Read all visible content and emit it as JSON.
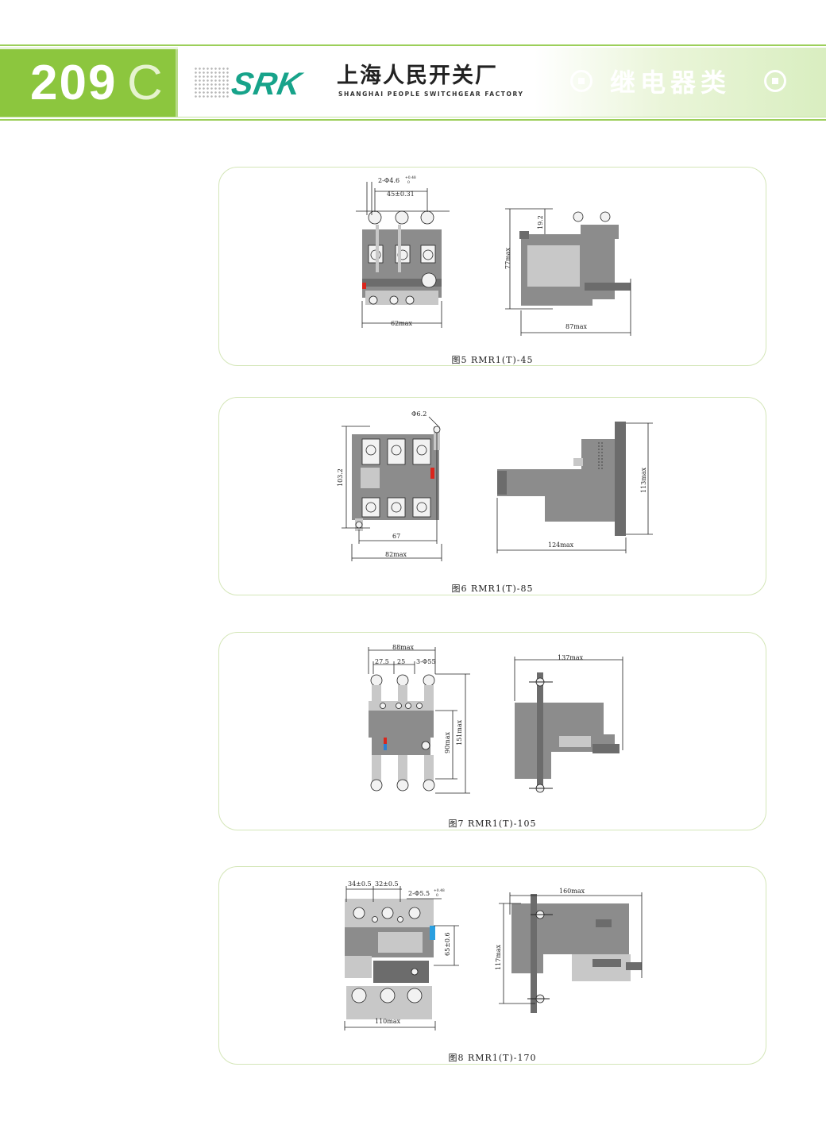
{
  "header": {
    "page_number": "209",
    "page_letter": "C",
    "brand": "SRK",
    "company_cn": "上海人民开关厂",
    "company_en": "SHANGHAI PEOPLE SWITCHGEAR FACTORY",
    "category": "继电器类",
    "colors": {
      "accent": "#8cc63e",
      "brand": "#17a38a"
    }
  },
  "figures": [
    {
      "caption": "图5 RMR1(T)-45",
      "dims": {
        "holes": "2-Φ4.6",
        "hole_tol": "+0.48",
        "hole_tol0": "0",
        "pitch": "45±0.31",
        "width": "62max",
        "height": "77max",
        "top": "19.2",
        "depth": "87max"
      }
    },
    {
      "caption": "图6 RMR1(T)-85",
      "dims": {
        "hole": "Φ6.2",
        "height": "103.2",
        "pitch": "67",
        "width": "82max",
        "depth": "124max",
        "side_height": "113max"
      }
    },
    {
      "caption": "图7 RMR1(T)-105",
      "dims": {
        "width": "88max",
        "pitch1": "27.5",
        "pitch2": "25",
        "holes": "3-Φ55",
        "height": "90max",
        "overall": "151max",
        "depth": "137max"
      }
    },
    {
      "caption": "图8 RMR1(T)-170",
      "dims": {
        "pitch1": "34±0.5",
        "pitch2": "32±0.5",
        "holes": "2-Φ5.5",
        "hole_tol": "+0.48",
        "hole_tol0": "0",
        "height": "65±0.6",
        "width": "110max",
        "depth": "160max",
        "side_height": "117max"
      }
    }
  ]
}
